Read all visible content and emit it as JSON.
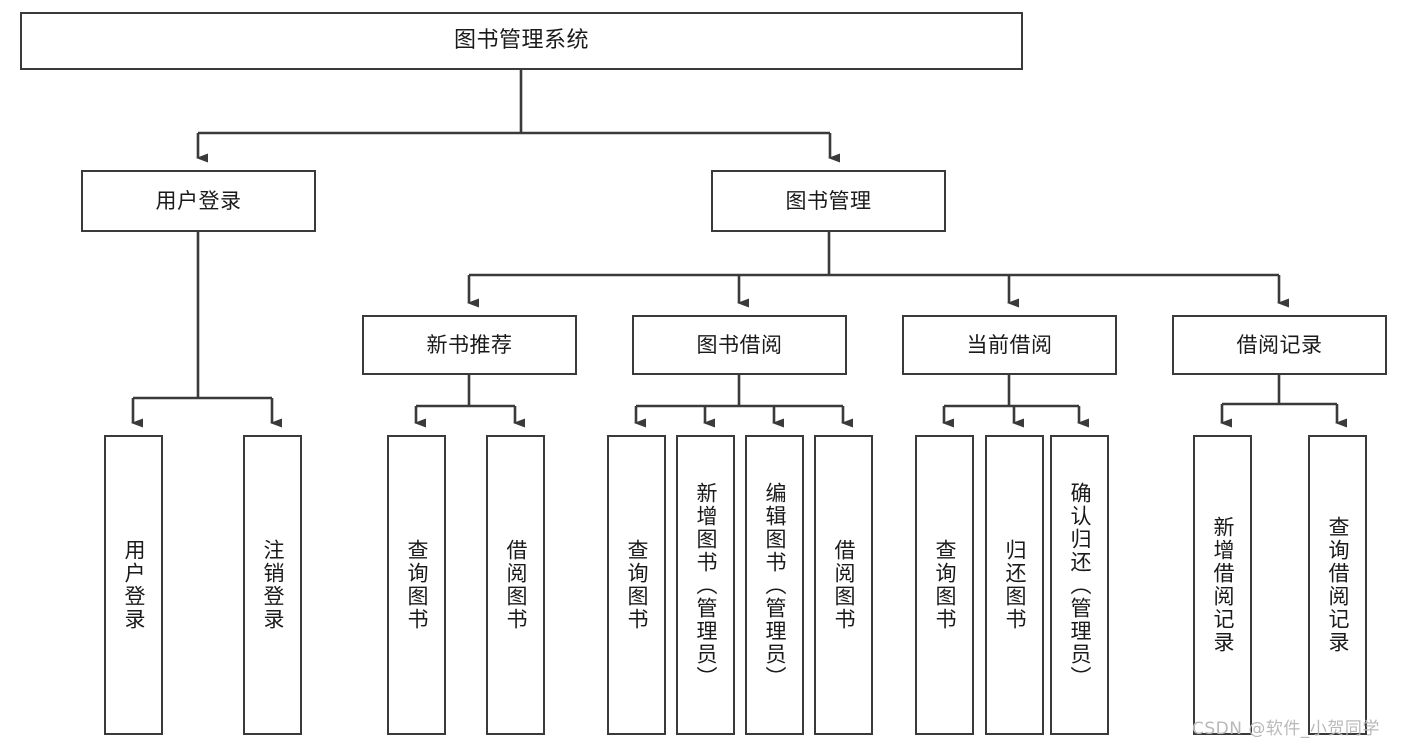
{
  "diagram": {
    "title": "图书管理系统",
    "type": "tree-hierarchy-chart",
    "orientation": "top-down",
    "colors": {
      "box_border": "#3a3a3a",
      "box_fill": "#ffffff",
      "connector": "#3a3a3a",
      "text": "#1a1a1a",
      "watermark": "#b9b9b9",
      "background": "#ffffff"
    }
  },
  "nodes": {
    "root": {
      "label": "图书管理系统"
    },
    "level2": [
      {
        "label": "用户登录"
      },
      {
        "label": "图书管理"
      }
    ],
    "level3": [
      {
        "label": "新书推荐"
      },
      {
        "label": "图书借阅"
      },
      {
        "label": "当前借阅"
      },
      {
        "label": "借阅记录"
      }
    ],
    "leaves": {
      "user_login": [
        {
          "label": "用户登录"
        },
        {
          "label": "注销登录"
        }
      ],
      "new_book_recommend": [
        {
          "label": "查询图书"
        },
        {
          "label": "借阅图书"
        }
      ],
      "book_borrow": [
        {
          "label": "查询图书"
        },
        {
          "label": "新增图书（管理员）"
        },
        {
          "label": "编辑图书（管理员）"
        },
        {
          "label": "借阅图书"
        }
      ],
      "current_borrow": [
        {
          "label": "查询图书"
        },
        {
          "label": "归还图书"
        },
        {
          "label": "确认归还（管理员）"
        }
      ],
      "borrow_record": [
        {
          "label": "新增借阅记录"
        },
        {
          "label": "查询借阅记录"
        }
      ]
    }
  },
  "watermark": {
    "text": "CSDN @软件_小贺同学"
  }
}
